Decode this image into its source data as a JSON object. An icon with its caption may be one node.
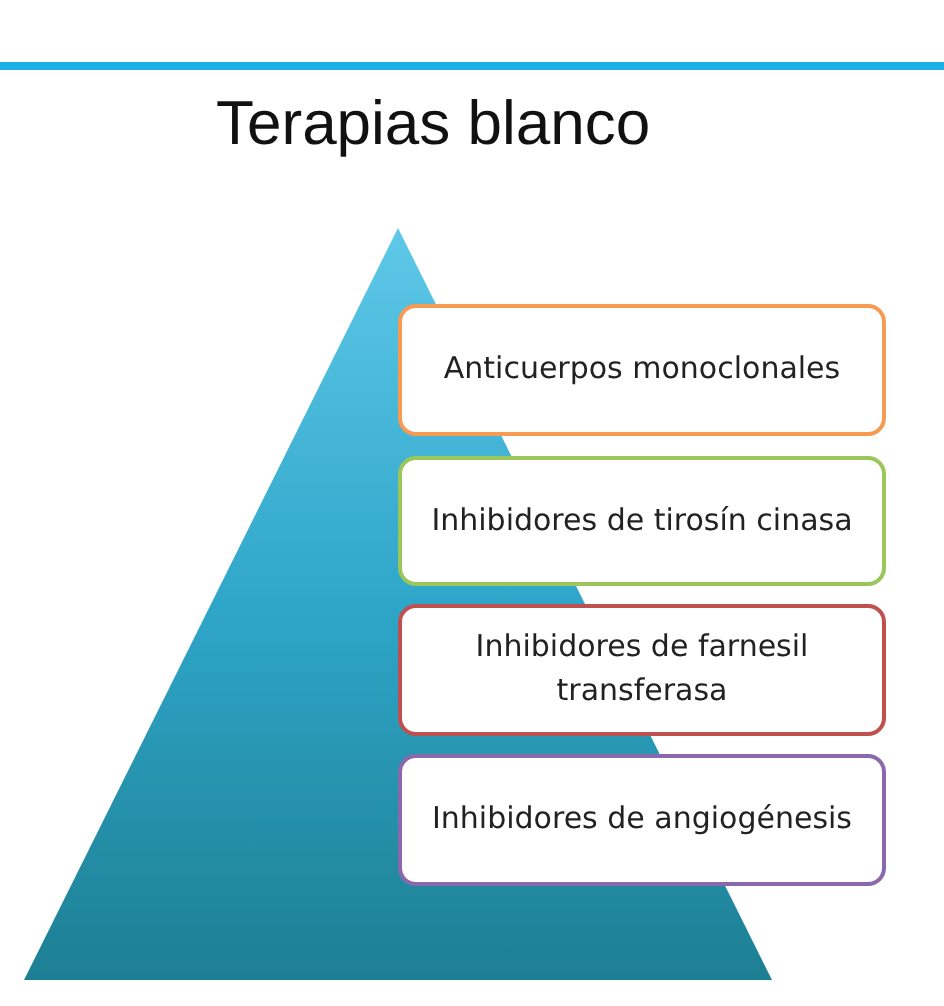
{
  "diagram": {
    "title": "Terapias blanco",
    "nodes": [
      {
        "text": [
          "Anticuerpos monoclonales"
        ]
      },
      {
        "text": [
          "Inhibidores de tirosín cinasa"
        ]
      },
      {
        "text": [
          "Inhibidores de farnesil transferasa"
        ]
      },
      {
        "text": [
          "Inhibidores de angiogénesis"
        ]
      }
    ]
  }
}
